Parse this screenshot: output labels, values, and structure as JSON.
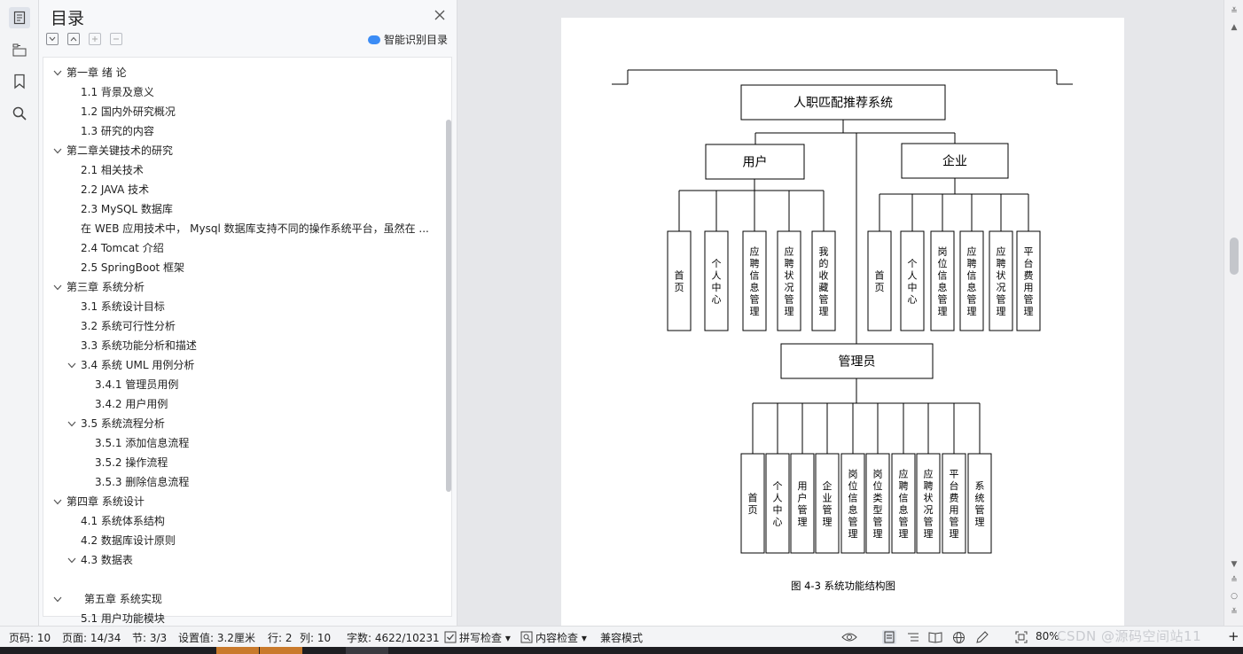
{
  "sidebar_rail": {
    "items": [
      {
        "name": "toc-icon"
      },
      {
        "name": "outline-icon"
      },
      {
        "name": "bookmark-icon"
      },
      {
        "name": "search-icon"
      }
    ]
  },
  "toc": {
    "title": "目录",
    "smart_toc_label": "智能识别目录",
    "items": [
      {
        "label": "第一章  绪  论",
        "level": 0,
        "expanded": true
      },
      {
        "label": "1.1 背景及意义",
        "level": 1
      },
      {
        "label": "1.2 国内外研究概况",
        "level": 1
      },
      {
        "label": "1.3  研究的内容",
        "level": 1
      },
      {
        "label": "第二章关键技术的研究",
        "level": 0,
        "expanded": true
      },
      {
        "label": "2.1 相关技术",
        "level": 1
      },
      {
        "label": "2.2 JAVA 技术",
        "level": 1
      },
      {
        "label": "2.3 MySQL 数据库",
        "level": 1
      },
      {
        "label": "在 WEB 应用技术中，  Mysql 数据库支持不同的操作系统平台，虽然在 ...",
        "level": 1
      },
      {
        "label": "2.4 Tomcat 介绍",
        "level": 1
      },
      {
        "label": "2.5 SpringBoot 框架",
        "level": 1
      },
      {
        "label": "第三章  系统分析",
        "level": 0,
        "expanded": true
      },
      {
        "label": "3.1  系统设计目标",
        "level": 1
      },
      {
        "label": "3.2  系统可行性分析",
        "level": 1
      },
      {
        "label": "3.3  系统功能分析和描述",
        "level": 1
      },
      {
        "label": "3.4 系统 UML 用例分析",
        "level": 1,
        "expanded": true
      },
      {
        "label": "3.4.1 管理员用例",
        "level": 2
      },
      {
        "label": "3.4.2 用户用例",
        "level": 2
      },
      {
        "label": "3.5 系统流程分析",
        "level": 1,
        "expanded": true
      },
      {
        "label": "3.5.1 添加信息流程",
        "level": 2
      },
      {
        "label": "3.5.2 操作流程",
        "level": 2
      },
      {
        "label": "3.5.3 删除信息流程",
        "level": 2
      },
      {
        "label": "第四章  系统设计",
        "level": 0,
        "expanded": true
      },
      {
        "label": "4.1  系统体系结构",
        "level": 1
      },
      {
        "label": "4.2  数据库设计原则",
        "level": 1
      },
      {
        "label": "4.3  数据表",
        "level": 1,
        "expanded": true
      },
      {
        "label": "第五章  系统实现",
        "level": 0,
        "expanded": true,
        "indent_extra": true
      },
      {
        "label": "5.1 用户功能模块",
        "level": 1
      }
    ]
  },
  "diagram": {
    "root": "人职匹配推荐系统",
    "user": {
      "label": "用户",
      "children": [
        "首页",
        "个人中心",
        "应聘信息管理",
        "应聘状况管理",
        "我的收藏管理"
      ]
    },
    "company": {
      "label": "企业",
      "children": [
        "首页",
        "个人中心",
        "岗位信息管理",
        "应聘信息管理",
        "应聘状况管理",
        "平台费用管理"
      ]
    },
    "admin": {
      "label": "管理员",
      "children": [
        "首页",
        "个人中心",
        "用户管理",
        "企业管理",
        "岗位信息管理",
        "岗位类型管理",
        "应聘信息管理",
        "应聘状况管理",
        "平台费用管理",
        "系统管理"
      ]
    },
    "caption": "图 4-3 系统功能结构图"
  },
  "status": {
    "page_code": "页码: 10",
    "pages": "页面: 14/34",
    "section": "节: 3/3",
    "setting": "设置值: 3.2厘米",
    "line": "行: 2",
    "column": "列: 10",
    "word_count": "字数: 4622/10231",
    "spell_check": "拼写检查",
    "content_check": "内容检查",
    "compat_mode": "兼容模式",
    "zoom": "80%"
  },
  "watermark": "CSDN @源码空间站11"
}
